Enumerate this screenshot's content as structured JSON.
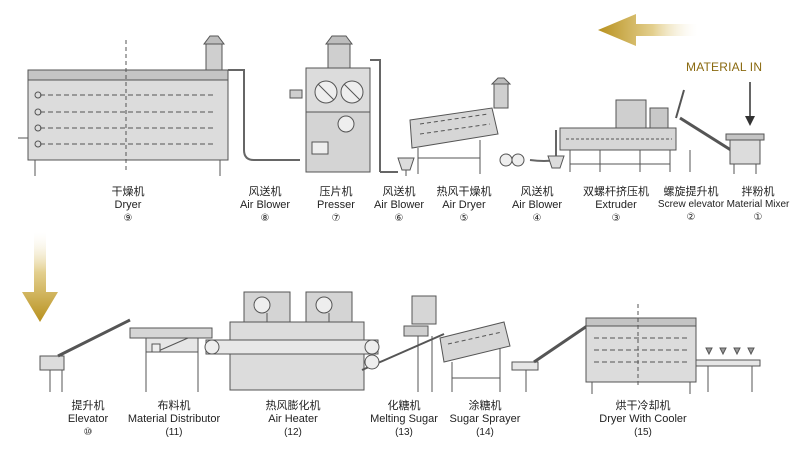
{
  "material_in": "MATERIAL IN",
  "machines": [
    {
      "id": "1",
      "zh": "拌粉机",
      "en": "Material Mixer",
      "num": "①"
    },
    {
      "id": "2",
      "zh": "螺旋提升机",
      "en": "Screw elevator",
      "num": "②"
    },
    {
      "id": "3",
      "zh": "双螺杆挤压机",
      "en": "Extruder",
      "num": "③"
    },
    {
      "id": "4",
      "zh": "风送机",
      "en": "Air Blower",
      "num": "④"
    },
    {
      "id": "5",
      "zh": "热风干燥机",
      "en": "Air Dryer",
      "num": "⑤"
    },
    {
      "id": "6",
      "zh": "风送机",
      "en": "Air Blower",
      "num": "⑥"
    },
    {
      "id": "7",
      "zh": "压片机",
      "en": "Presser",
      "num": "⑦"
    },
    {
      "id": "8",
      "zh": "风送机",
      "en": "Air Blower",
      "num": "⑧"
    },
    {
      "id": "9",
      "zh": "干燥机",
      "en": "Dryer",
      "num": "⑨"
    },
    {
      "id": "10",
      "zh": "提升机",
      "en": "Elevator",
      "num": "⑩"
    },
    {
      "id": "11",
      "zh": "布料机",
      "en": "Material Distributor",
      "num": "(11)"
    },
    {
      "id": "12",
      "zh": "热风膨化机",
      "en": "Air Heater",
      "num": "(12)"
    },
    {
      "id": "13",
      "zh": "化糖机",
      "en": "Melting Sugar",
      "num": "(13)"
    },
    {
      "id": "14",
      "zh": "涂糖机",
      "en": "Sugar Sprayer",
      "num": "(14)"
    },
    {
      "id": "15",
      "zh": "烘干冷却机",
      "en": "Dryer With Cooler",
      "num": "(15)"
    }
  ],
  "colors": {
    "line": "#555555",
    "metal": "#d9d9d9",
    "metal_dark": "#9a9a9a",
    "arrow_gold": "#b8911e"
  }
}
